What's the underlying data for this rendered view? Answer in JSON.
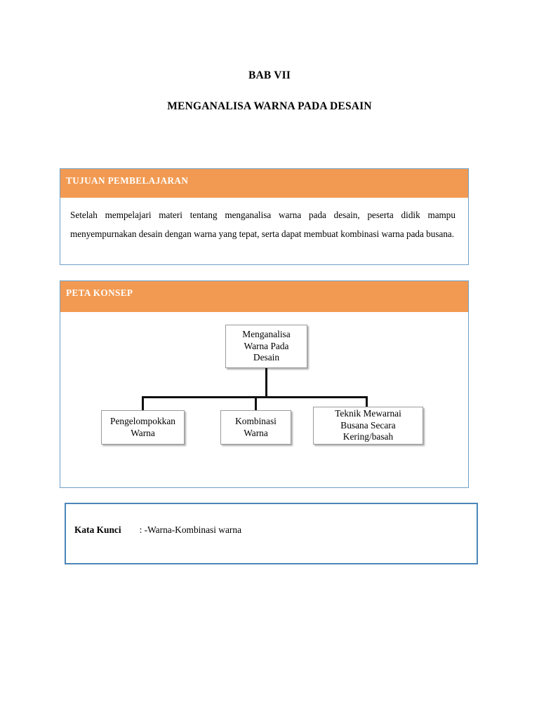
{
  "document": {
    "chapter_title": "BAB VII",
    "main_title": "MENGANALISA WARNA PADA DESAIN"
  },
  "colors": {
    "header_orange": "#F29A52",
    "box_border_blue": "#6F9FC8",
    "keyword_border_blue": "#4A86B8",
    "node_border_gray": "#9B9B9B",
    "connector_black": "#101010",
    "header_text": "#FFFFFF"
  },
  "tujuan": {
    "header": "TUJUAN PEMBELAJARAN",
    "body": "Setelah mempelajari materi tentang menganalisa warna pada desain, peserta didik mampu menyempurnakan desain dengan warna yang tepat, serta dapat membuat kombinasi warna pada busana."
  },
  "peta_konsep": {
    "header": "PETA KONSEP",
    "diagram": {
      "type": "tree",
      "root": {
        "id": "menganalisa-warna-pada-desain",
        "lines": [
          "Menganalisa",
          "Warna Pada",
          "Desain"
        ],
        "text": "Menganalisa Warna Pada Desain"
      },
      "children": [
        {
          "id": "pengelompokkan-warna",
          "lines": [
            "Pengelompokkan",
            "Warna"
          ],
          "text": "Pengelompokkan Warna"
        },
        {
          "id": "kombinasi-warna",
          "lines": [
            "Kombinasi",
            "Warna"
          ],
          "text": "Kombinasi Warna"
        },
        {
          "id": "teknik-mewarnai-busana",
          "lines": [
            "Teknik Mewarnai",
            "Busana Secara",
            "Kering/basah"
          ],
          "text": "Teknik Mewarnai Busana Secara Kering/basah"
        }
      ]
    }
  },
  "kata_kunci": {
    "label": "Kata Kunci",
    "value": ": -Warna-Kombinasi warna"
  }
}
